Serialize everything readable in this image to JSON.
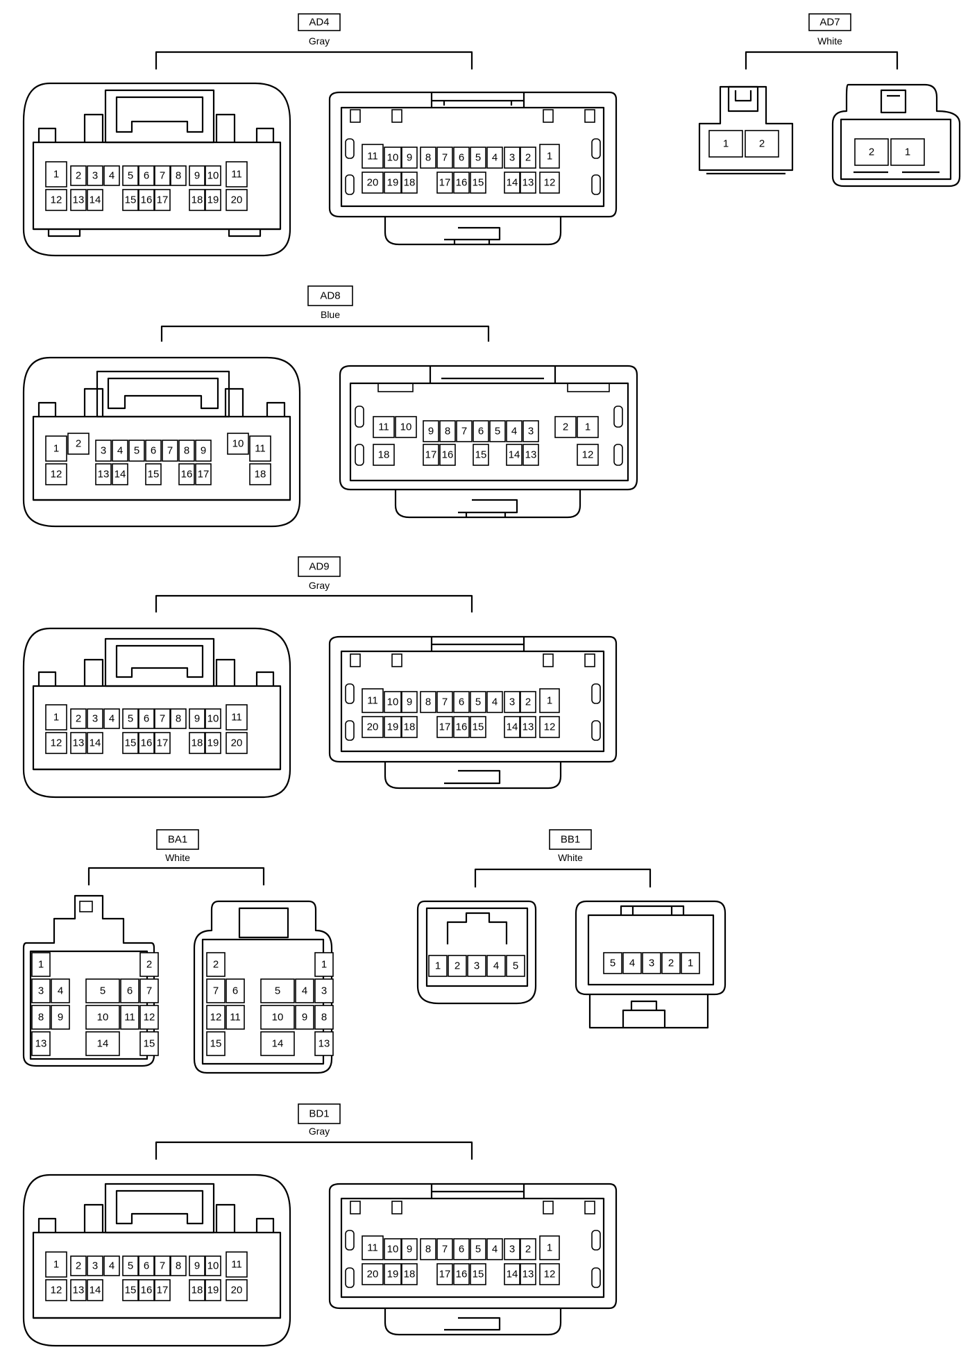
{
  "connectors": [
    {
      "code": "AD4",
      "color": "Gray",
      "female": {
        "top": [
          "1",
          "2",
          "3",
          "4",
          "5",
          "6",
          "7",
          "8",
          "9",
          "10",
          "11"
        ],
        "bottom": [
          "12",
          "13",
          "14",
          "15",
          "16",
          "17",
          "18",
          "19",
          "20"
        ]
      },
      "male": {
        "top": [
          "11",
          "10",
          "9",
          "8",
          "7",
          "6",
          "5",
          "4",
          "3",
          "2",
          "1"
        ],
        "bottom": [
          "20",
          "19",
          "18",
          "17",
          "16",
          "15",
          "14",
          "13",
          "12"
        ]
      }
    },
    {
      "code": "AD7",
      "color": "White",
      "female": [
        "1",
        "2"
      ],
      "male": [
        "2",
        "1"
      ]
    },
    {
      "code": "AD8",
      "color": "Blue",
      "female": {
        "top": [
          "1",
          "2",
          "3",
          "4",
          "5",
          "6",
          "7",
          "8",
          "9",
          "10",
          "11"
        ],
        "bottom": [
          "12",
          "13",
          "14",
          "15",
          "16",
          "17",
          "18"
        ]
      },
      "male": {
        "top": [
          "11",
          "10",
          "9",
          "8",
          "7",
          "6",
          "5",
          "4",
          "3",
          "2",
          "1"
        ],
        "bottom": [
          "18",
          "17",
          "16",
          "15",
          "14",
          "13",
          "12"
        ]
      }
    },
    {
      "code": "AD9",
      "color": "Gray",
      "female": {
        "top": [
          "1",
          "2",
          "3",
          "4",
          "5",
          "6",
          "7",
          "8",
          "9",
          "10",
          "11"
        ],
        "bottom": [
          "12",
          "13",
          "14",
          "15",
          "16",
          "17",
          "18",
          "19",
          "20"
        ]
      },
      "male": {
        "top": [
          "11",
          "10",
          "9",
          "8",
          "7",
          "6",
          "5",
          "4",
          "3",
          "2",
          "1"
        ],
        "bottom": [
          "20",
          "19",
          "18",
          "17",
          "16",
          "15",
          "14",
          "13",
          "12"
        ]
      }
    },
    {
      "code": "BA1",
      "color": "White",
      "female": [
        "1",
        "2",
        "3",
        "4",
        "5",
        "6",
        "7",
        "8",
        "9",
        "10",
        "11",
        "12",
        "13",
        "14",
        "15"
      ],
      "male": [
        "2",
        "1",
        "7",
        "6",
        "5",
        "4",
        "3",
        "12",
        "11",
        "10",
        "9",
        "8",
        "15",
        "14",
        "13"
      ]
    },
    {
      "code": "BB1",
      "color": "White",
      "female": [
        "1",
        "2",
        "3",
        "4",
        "5"
      ],
      "male": [
        "5",
        "4",
        "3",
        "2",
        "1"
      ]
    },
    {
      "code": "BD1",
      "color": "Gray",
      "female": {
        "top": [
          "1",
          "2",
          "3",
          "4",
          "5",
          "6",
          "7",
          "8",
          "9",
          "10",
          "11"
        ],
        "bottom": [
          "12",
          "13",
          "14",
          "15",
          "16",
          "17",
          "18",
          "19",
          "20"
        ]
      },
      "male": {
        "top": [
          "11",
          "10",
          "9",
          "8",
          "7",
          "6",
          "5",
          "4",
          "3",
          "2",
          "1"
        ],
        "bottom": [
          "20",
          "19",
          "18",
          "17",
          "16",
          "15",
          "14",
          "13",
          "12"
        ]
      }
    }
  ]
}
